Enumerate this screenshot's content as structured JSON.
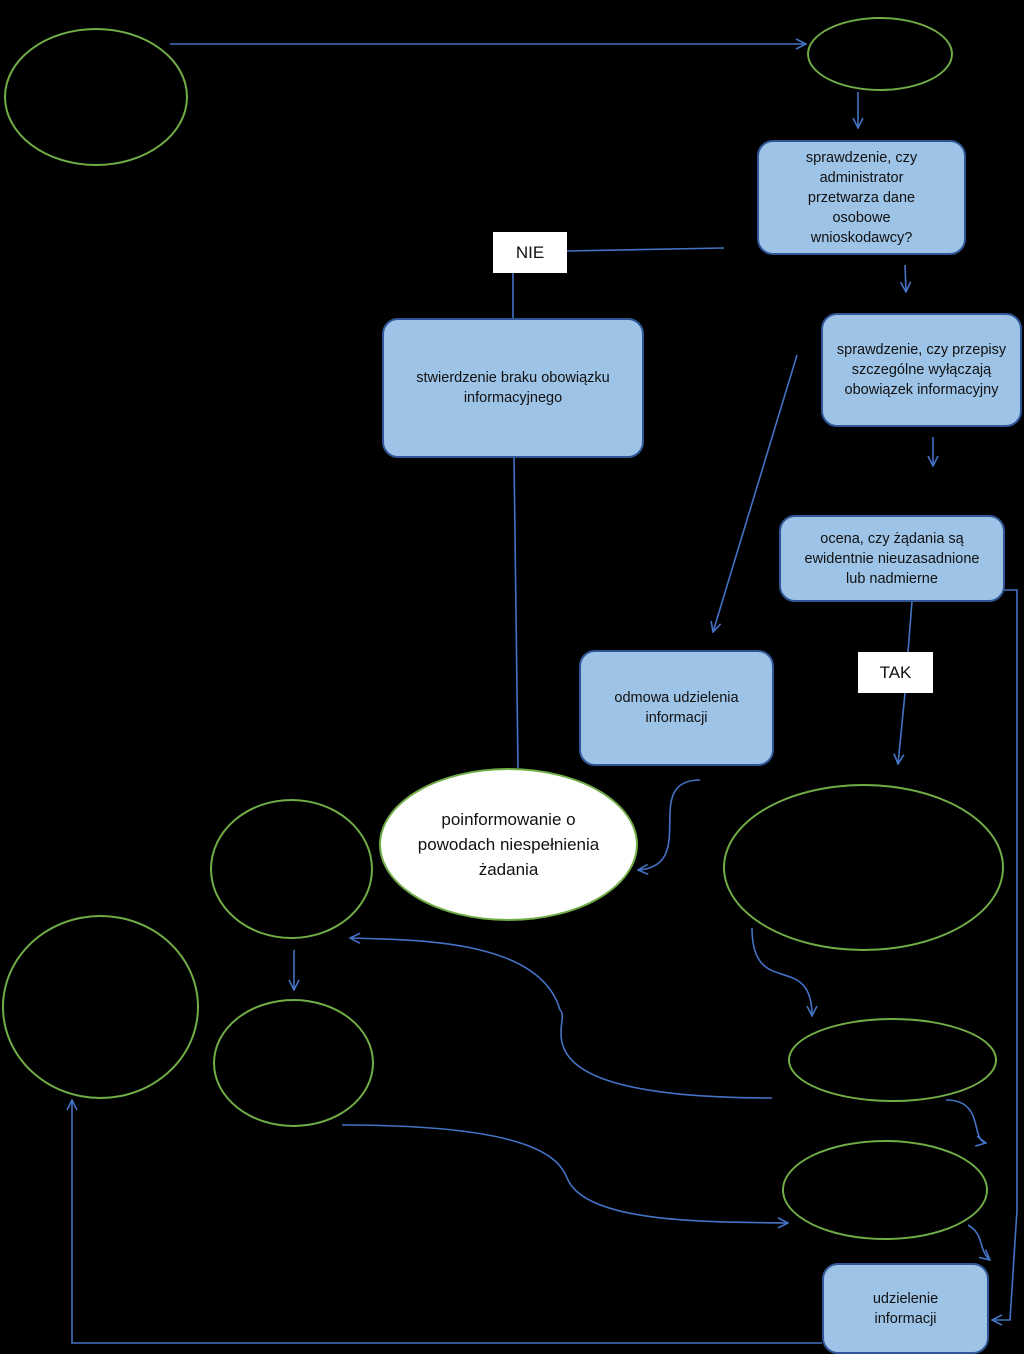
{
  "colors": {
    "background": "#000000",
    "box_fill": "#9dc3e6",
    "box_border": "#2f5597",
    "oval_border": "#70ad47",
    "arrow": "#4472c4"
  },
  "nodes": {
    "check_processing": "sprawdzenie, czy administrator przetwarza dane osobowe wnioskodawcy?",
    "check_exemptions": "sprawdzenie, czy przepisy szczególne wyłączają obowiązek informacyjny",
    "assess_requests": "ocena, czy żądania są ewidentnie nieuzasadnione lub nadmierne",
    "no_obligation": "stwierdzenie braku obowiązku informacyjnego",
    "refusal": "odmowa udzielenia informacji",
    "inform_reasons": "poinformowanie o powodach niespełnienia żadania",
    "grant_info": "udzielenie informacji"
  },
  "labels": {
    "no": "NIE",
    "yes": "TAK"
  }
}
